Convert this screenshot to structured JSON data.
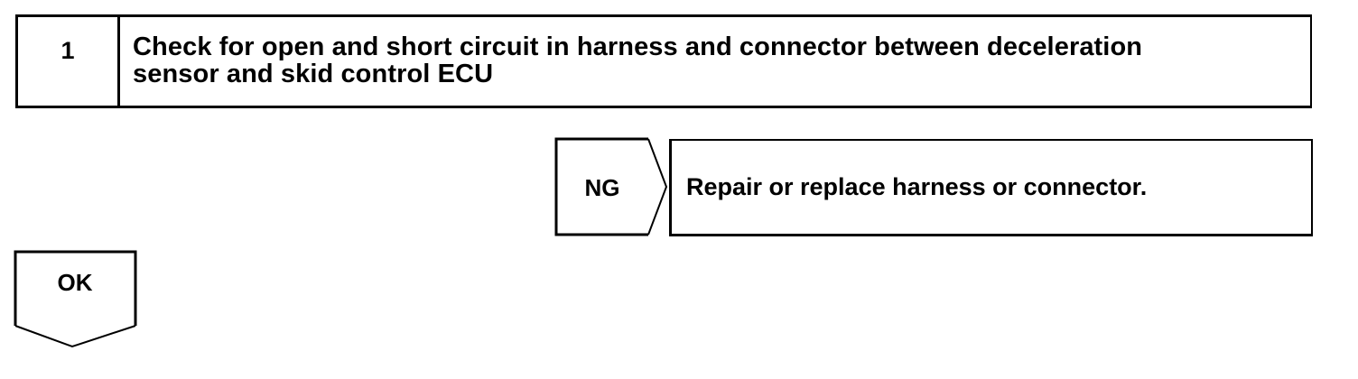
{
  "step": {
    "number": "1",
    "title_line1": "Check for open and short circuit in harness and connector between deceleration",
    "title_line2": "sensor and skid control ECU"
  },
  "ng_branch": {
    "label": "NG",
    "result": "Repair or replace harness or connector."
  },
  "ok_branch": {
    "label": "OK"
  }
}
